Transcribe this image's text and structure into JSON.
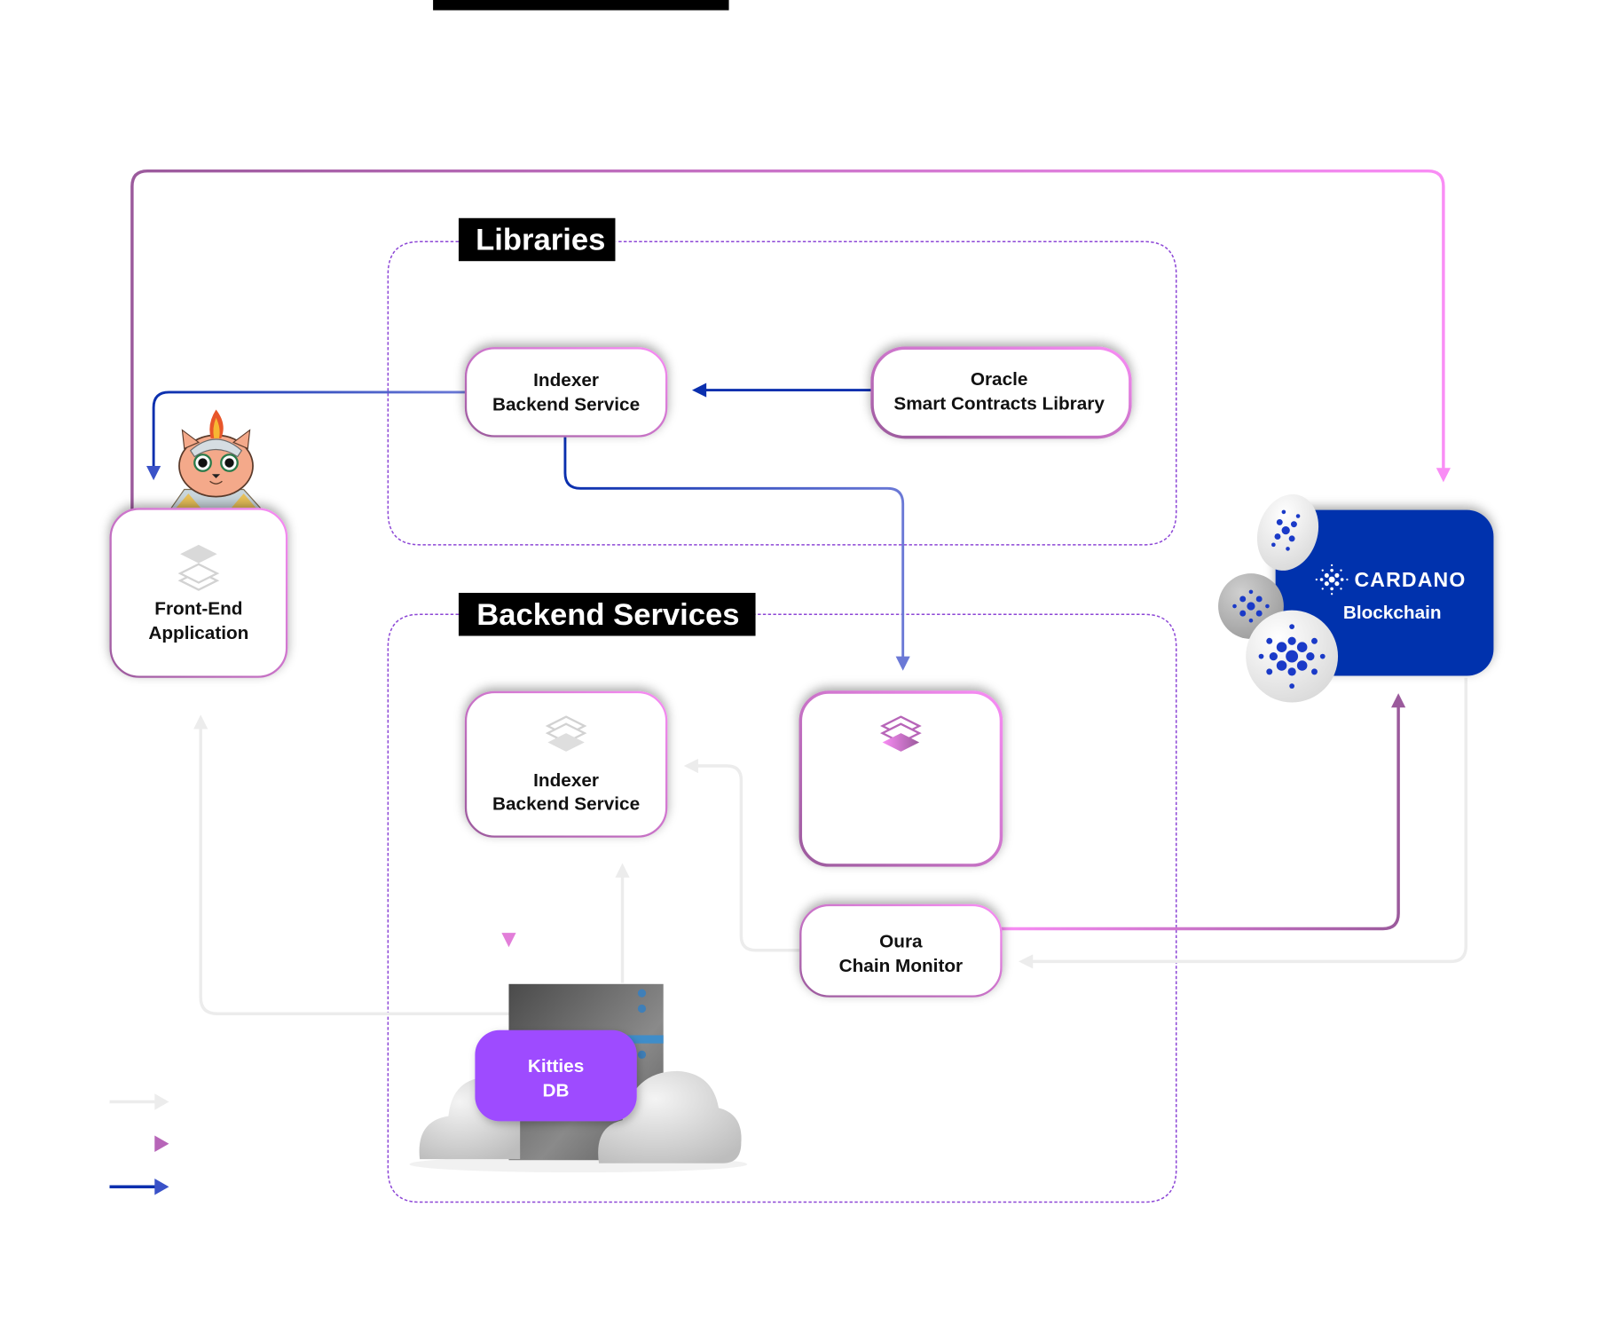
{
  "header": {
    "title_bar": ""
  },
  "colors": {
    "magenta_light": "#f98df5",
    "magenta_dark": "#9b5a9c",
    "blue_dark": "#0a2fae",
    "blue_light": "#6b79d6",
    "grey_flow": "#ececec",
    "section_border": "#8d47d6",
    "cardano_blue": "#0033ad",
    "db_purple": "#9e4cff"
  },
  "sections": {
    "libraries": {
      "title": "Libraries"
    },
    "backend": {
      "title": "Backend Services"
    }
  },
  "nodes": {
    "indexer_lib": {
      "line1": "Indexer",
      "line2": "Backend Service"
    },
    "oracle": {
      "line1": "Oracle",
      "line2": "Smart Contracts Library"
    },
    "frontend": {
      "line1": "Front-End",
      "line2": "Application",
      "icon": "layers-icon"
    },
    "indexer_backend": {
      "line1": "Indexer",
      "line2": "Backend Service",
      "icon": "layers-icon"
    },
    "unnamed_service": {
      "line1": "",
      "line2": "",
      "icon": "layers-icon"
    },
    "oura": {
      "line1": "Oura",
      "line2": "Chain Monitor"
    },
    "cardano": {
      "line1": "CARDANO",
      "line2": "Blockchain",
      "icon": "cardano-logo-icon"
    },
    "kitties_db": {
      "line1": "Kitties",
      "line2": "DB",
      "icon": "server-icon"
    }
  },
  "legend": [
    {
      "color": "grey",
      "label": ""
    },
    {
      "color": "magenta",
      "label": ""
    },
    {
      "color": "blue",
      "label": ""
    }
  ]
}
